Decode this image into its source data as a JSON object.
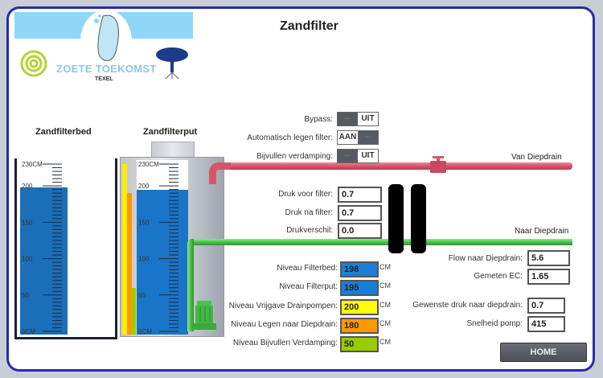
{
  "title": "Zandfilter",
  "logo": {
    "text": "ZOETE TOEKOMST",
    "subtext": "TEXEL"
  },
  "tanks": {
    "filterbed": {
      "label": "Zandfilterbed",
      "level_cm": 198,
      "max_cm": 230
    },
    "filterput": {
      "label": "Zandfilterput",
      "level_cm": 195,
      "max_cm": 230
    },
    "scale_labels": [
      "230CM",
      "200",
      "150",
      "100",
      "50",
      "0CM"
    ]
  },
  "toggles": [
    {
      "label": "Bypass:",
      "state": "UIT"
    },
    {
      "label": "Automatisch legen filter:",
      "state": "AAN"
    },
    {
      "label": "Bijvullen verdamping:",
      "state": "UIT"
    }
  ],
  "pipes": {
    "van": "Van Diepdrain",
    "naar": "Naar Diepdrain"
  },
  "pressure": [
    {
      "label": "Druk voor filter:",
      "value": "0.7"
    },
    {
      "label": "Druk na filter:",
      "value": "0.7"
    },
    {
      "label": "Drukverschil:",
      "value": "0.0"
    }
  ],
  "levels": [
    {
      "label": "Niveau Filterbed:",
      "value": "198",
      "unit": "CM",
      "color": "#1a7fd6"
    },
    {
      "label": "Niveau Filterput:",
      "value": "195",
      "unit": "CM",
      "color": "#1a7fd6"
    },
    {
      "label": "Niveau Vrijgave Drainpompen:",
      "value": "200",
      "unit": "CM",
      "color": "#ffff00"
    },
    {
      "label": "Niveau Legen naar Diepdrain:",
      "value": "180",
      "unit": "CM",
      "color": "#ff9900"
    },
    {
      "label": "Niveau Bijvullen Verdamping:",
      "value": "50",
      "unit": "CM",
      "color": "#99cc00"
    }
  ],
  "right_values": [
    {
      "label": "Flow naar Diepdrain:",
      "value": "5.6"
    },
    {
      "label": "Gemeten EC:",
      "value": "1.65"
    },
    {
      "label": "Gewenste druk naar diepdrain:",
      "value": "0.7"
    },
    {
      "label": "Snelheid pomp:",
      "value": "415"
    }
  ],
  "home_button": "HOME"
}
